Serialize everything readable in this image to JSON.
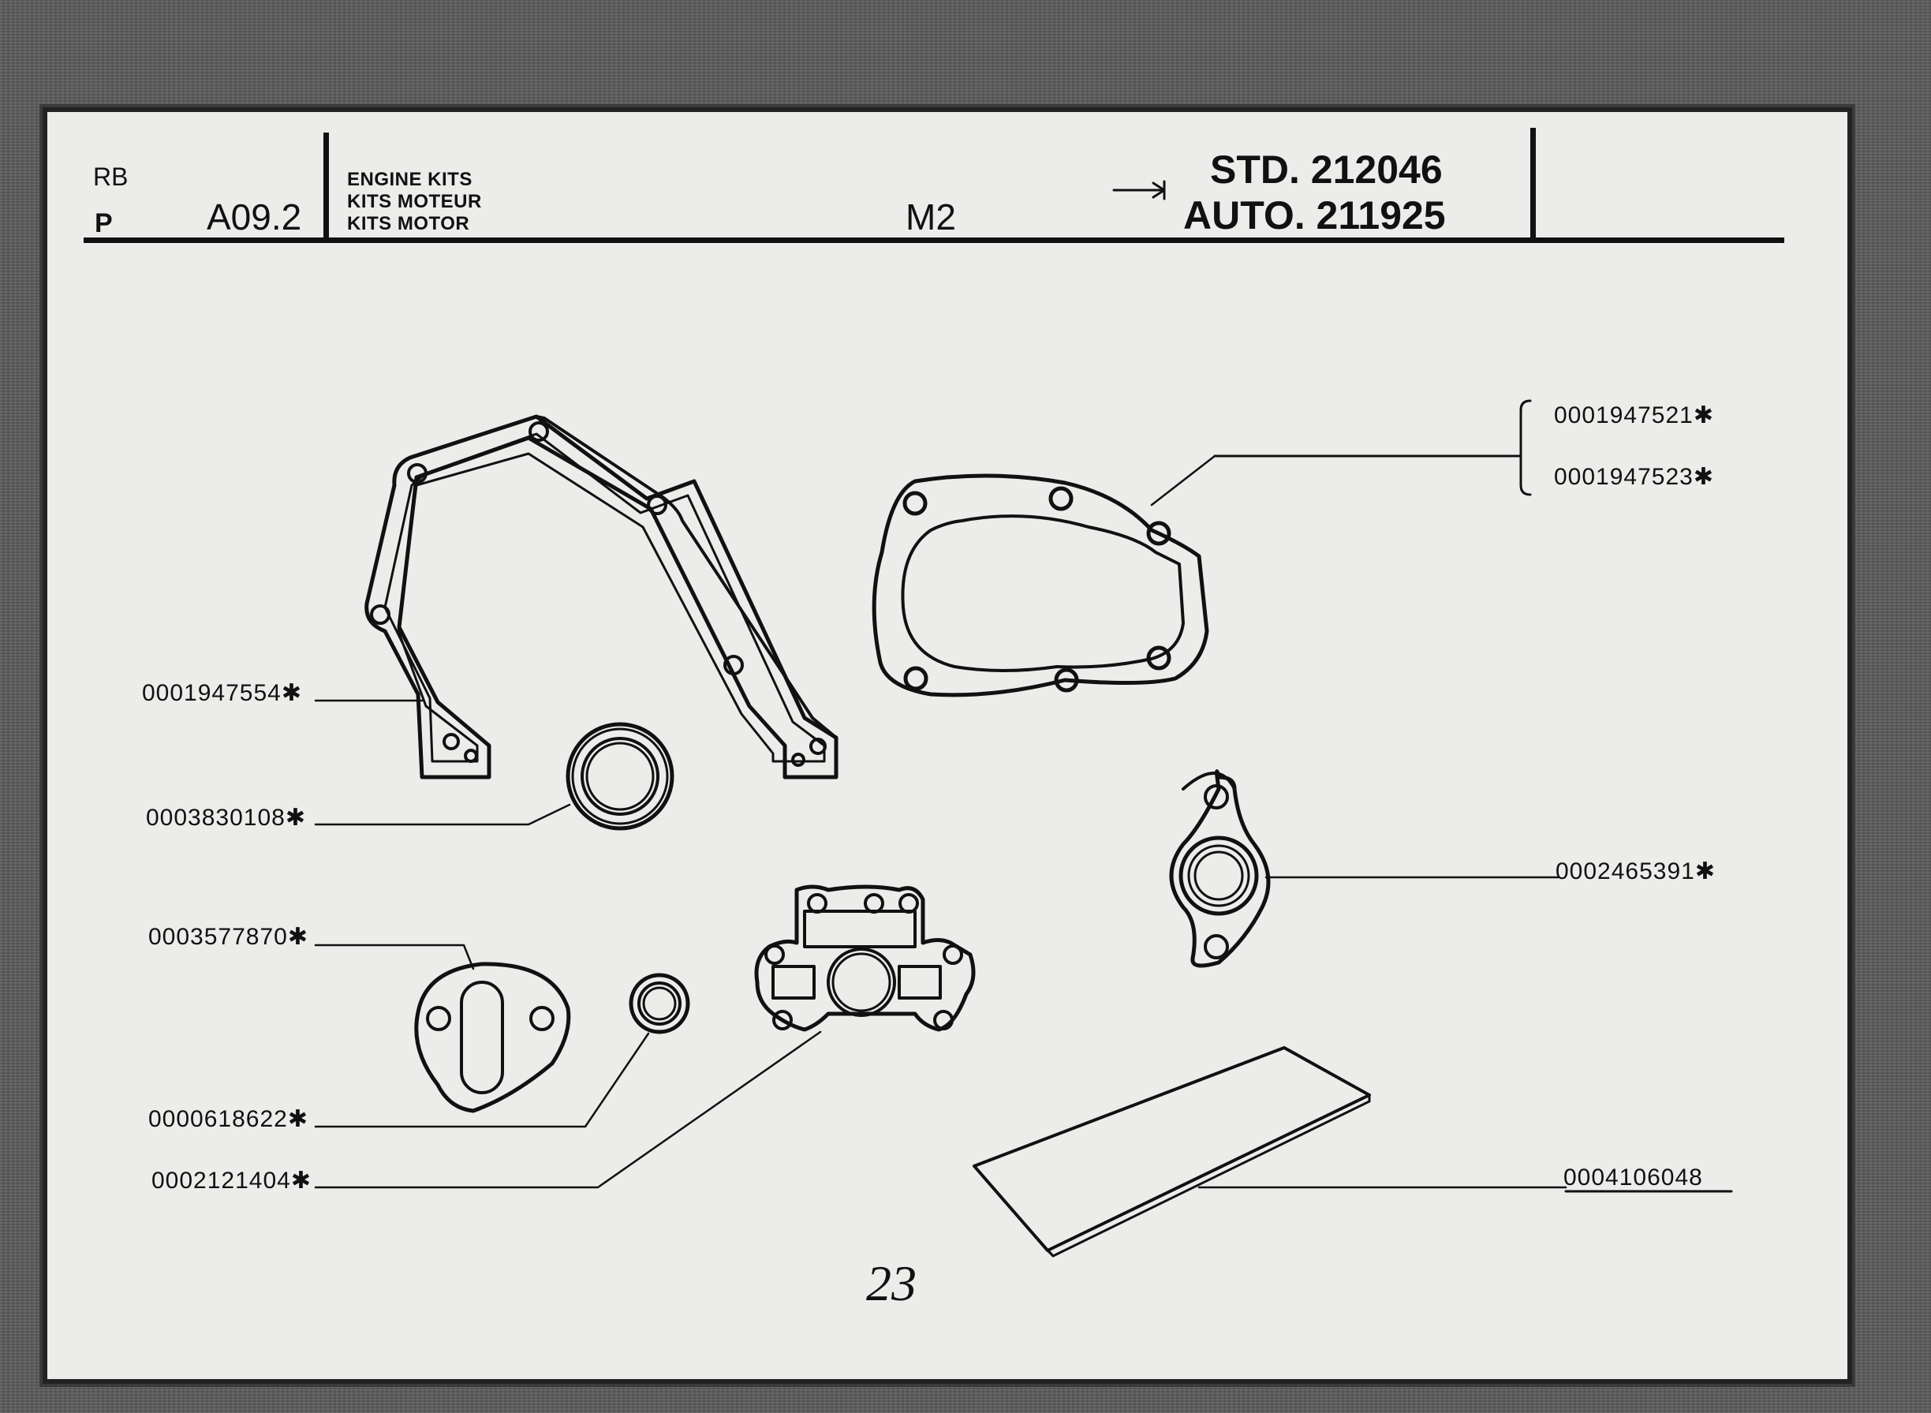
{
  "header": {
    "code_rb": "RB",
    "code_p": "P",
    "section": "A09.2",
    "kit_en": "ENGINE KITS",
    "kit_fr": "KITS MOTEUR",
    "kit_es": "KITS MOTOR",
    "model": "M2",
    "std_ref": "STD. 212046",
    "auto_ref": "AUTO. 211925"
  },
  "parts": {
    "front_cover_gasket": "0001947554",
    "front_seal": "0003830108",
    "fuel_pump_gasket": "0003577870",
    "small_seal": "0000618622",
    "manifold_gasket": "0002121404",
    "water_pump_gasket_a": "0001947521",
    "water_pump_gasket_b": "0001947523",
    "flange_gasket": "0002465391",
    "gasket_sheet": "0004106048"
  },
  "marker": "✱",
  "page_number": "23"
}
